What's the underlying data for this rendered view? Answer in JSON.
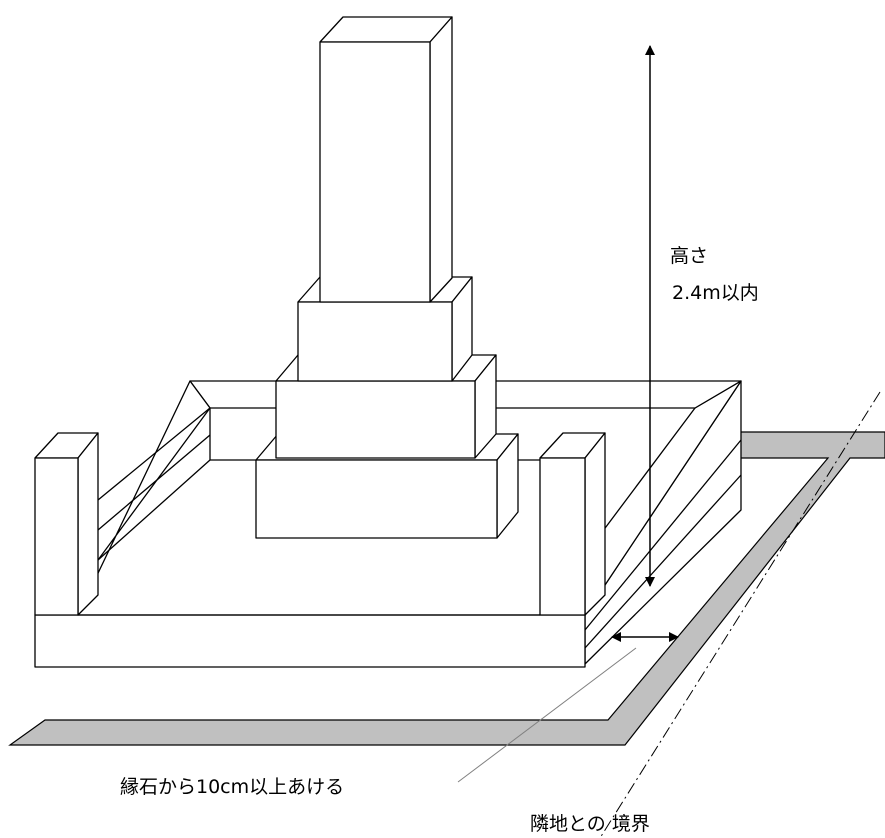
{
  "labels": {
    "height_title": "高さ",
    "height_value": "2.4m以内",
    "setback": "縁石から10cm以上あける",
    "boundary": "隣地との 境界"
  },
  "colors": {
    "stroke": "#000000",
    "fill": "#ffffff",
    "ground_strip": "#c0c0c0",
    "leader_line": "#808080"
  },
  "illustration": {
    "subject": "grave-stone-on-curbed-plot",
    "dimension_arrows": [
      "height-arrow",
      "setback-arrow"
    ]
  }
}
